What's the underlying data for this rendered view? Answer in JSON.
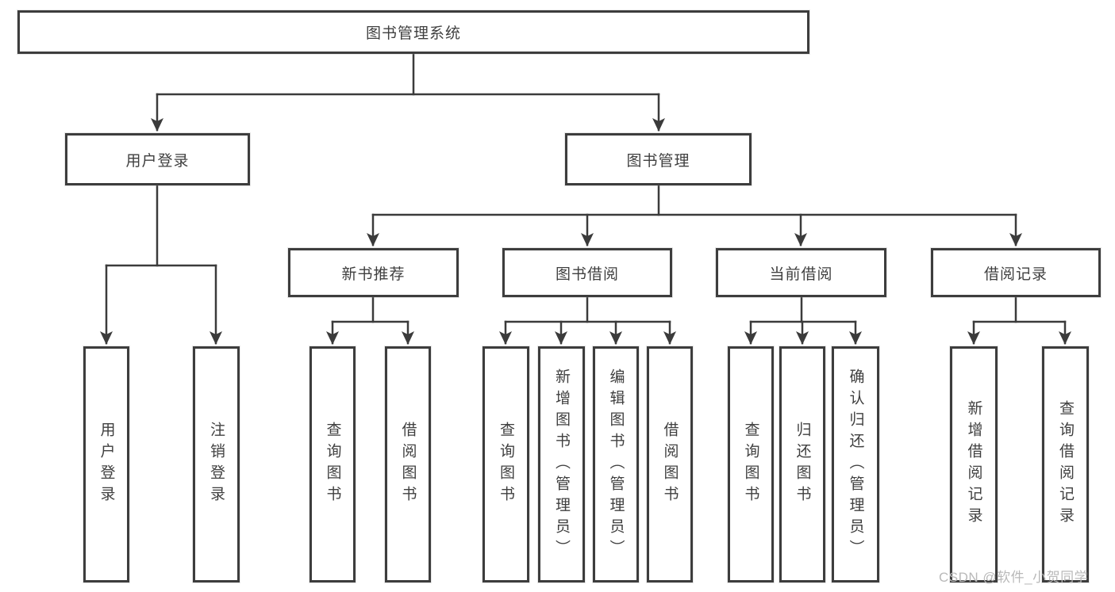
{
  "diagram": {
    "title": "图书管理系统",
    "type": "hierarchy-tree",
    "tree": {
      "label": "图书管理系统",
      "children": [
        {
          "label": "用户登录",
          "children": [
            {
              "label": "用户登录"
            },
            {
              "label": "注销登录"
            }
          ]
        },
        {
          "label": "图书管理",
          "children": [
            {
              "label": "新书推荐",
              "children": [
                {
                  "label": "查询图书"
                },
                {
                  "label": "借阅图书"
                }
              ]
            },
            {
              "label": "图书借阅",
              "children": [
                {
                  "label": "查询图书"
                },
                {
                  "label": "新增图书（管理员）"
                },
                {
                  "label": "编辑图书（管理员）"
                },
                {
                  "label": "借阅图书"
                }
              ]
            },
            {
              "label": "当前借阅",
              "children": [
                {
                  "label": "查询图书"
                },
                {
                  "label": "归还图书"
                },
                {
                  "label": "确认归还（管理员）"
                }
              ]
            },
            {
              "label": "借阅记录",
              "children": [
                {
                  "label": "新增借阅记录"
                },
                {
                  "label": "查询借阅记录"
                }
              ]
            }
          ]
        }
      ]
    }
  },
  "watermark": {
    "text": "CSDN @软件_小贺同学"
  },
  "colors": {
    "background": "#ffffff",
    "line": "#3b3b3b",
    "box_border": "#3d3d3d",
    "text": "#3f3f3f",
    "watermark": "#b9b9b9"
  }
}
